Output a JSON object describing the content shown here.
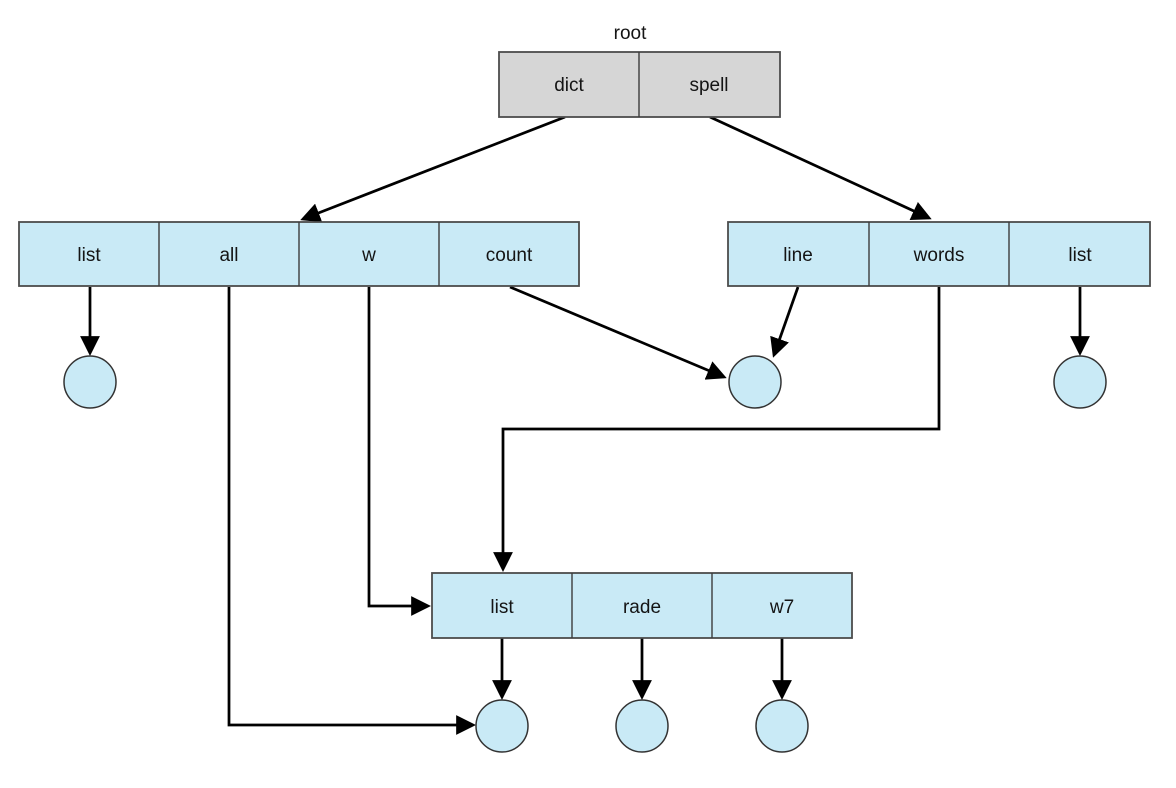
{
  "colors": {
    "table_fill": "#c9eaf6",
    "root_fill": "#d6d6d6",
    "border": "#4c4c4c",
    "arrow": "#000000",
    "text": "#141414",
    "background": "#ffffff"
  },
  "nodes": {
    "root": {
      "title": "root",
      "cells": [
        "dict",
        "spell"
      ]
    },
    "left_table": {
      "cells": [
        "list",
        "all",
        "w",
        "count"
      ]
    },
    "right_table": {
      "cells": [
        "line",
        "words",
        "list"
      ]
    },
    "bottom_table": {
      "cells": [
        "list",
        "rade",
        "w7"
      ]
    }
  },
  "leaves": [
    "leaf-under-left-list",
    "leaf-shared-count-line",
    "leaf-under-right-list",
    "leaf-shared-all-bottom-list",
    "leaf-under-rade",
    "leaf-under-w7"
  ],
  "edges": [
    {
      "from": "root.dict",
      "to": "left_table"
    },
    {
      "from": "root.spell",
      "to": "right_table"
    },
    {
      "from": "left_table.list",
      "to": "leaf-under-left-list"
    },
    {
      "from": "left_table.all",
      "to": "leaf-shared-all-bottom-list"
    },
    {
      "from": "left_table.w",
      "to": "bottom_table"
    },
    {
      "from": "left_table.count",
      "to": "leaf-shared-count-line"
    },
    {
      "from": "right_table.line",
      "to": "leaf-shared-count-line"
    },
    {
      "from": "right_table.words",
      "to": "bottom_table"
    },
    {
      "from": "right_table.list",
      "to": "leaf-under-right-list"
    },
    {
      "from": "bottom_table.list",
      "to": "leaf-shared-all-bottom-list"
    },
    {
      "from": "bottom_table.rade",
      "to": "leaf-under-rade"
    },
    {
      "from": "bottom_table.w7",
      "to": "leaf-under-w7"
    }
  ]
}
